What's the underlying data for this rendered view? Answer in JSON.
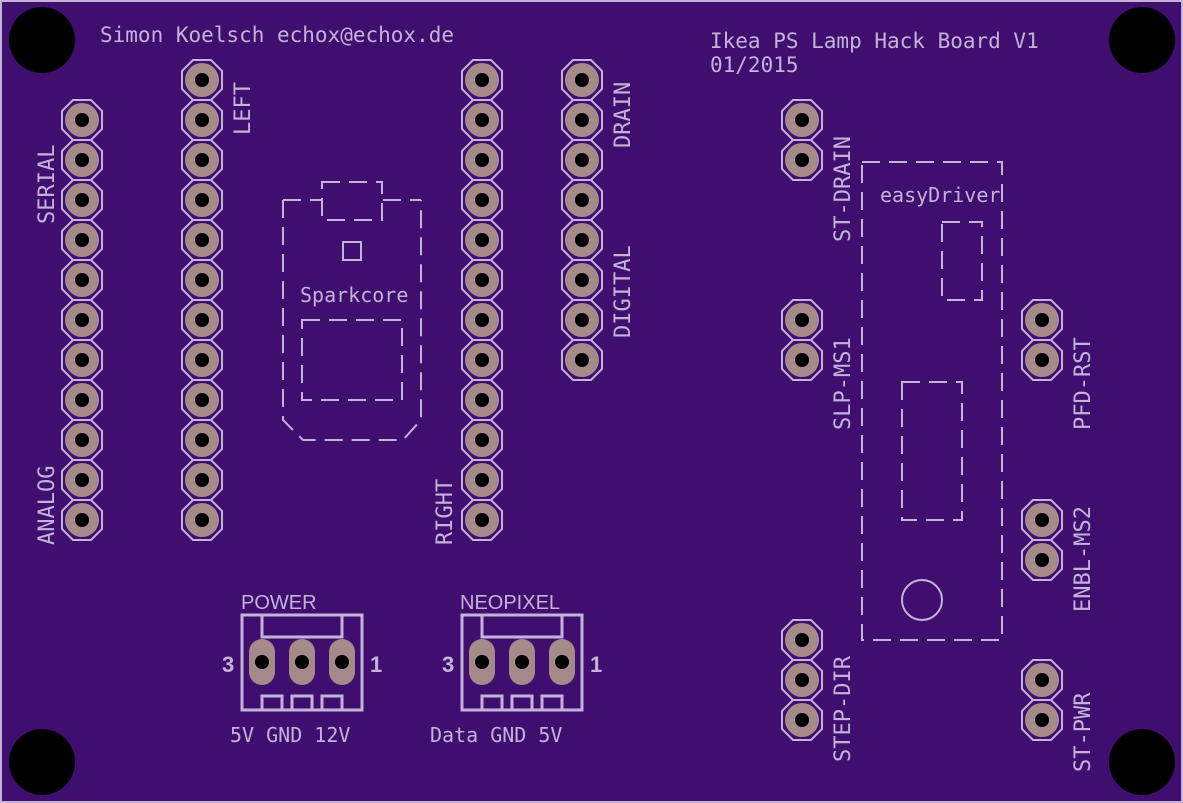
{
  "colors": {
    "board": "#3f0f6f",
    "outline": "#c4b2d8",
    "pad": "#a58a8a",
    "hole": "#000000",
    "mount_hole": "#000000"
  },
  "board": {
    "author": "Simon Koelsch echox@echox.de",
    "title": "Ikea PS Lamp Hack Board V1",
    "date": "01/2015"
  },
  "labels": {
    "serial": "SERIAL",
    "analog": "ANALOG",
    "left": "LEFT",
    "right": "RIGHT",
    "drain": "DRAIN",
    "digital": "DIGITAL",
    "sparkcore": "Sparkcore",
    "easydriver": "easyDriver",
    "st_drain": "ST-DRAIN",
    "slp_ms1": "SLP-MS1",
    "pfd_rst": "PFD-RST",
    "enbl_ms2": "ENBL-MS2",
    "step_dir": "STEP-DIR",
    "st_pwr": "ST-PWR"
  },
  "connectors": [
    {
      "name": "POWER",
      "pin3": "3",
      "pin1": "1",
      "pins": "5V GND 12V"
    },
    {
      "name": "NEOPIXEL",
      "pin3": "3",
      "pin1": "1",
      "pins": "Data GND 5V"
    }
  ],
  "headers": {
    "serial_analog_pins": 11,
    "left_pins": 12,
    "right_pins": 12,
    "digital_drain_pins": 8,
    "st_drain_pins": 2,
    "slp_ms1_pins": 2,
    "pfd_rst_pins": 2,
    "enbl_ms2_pins": 2,
    "step_dir_pins": 3,
    "st_pwr_pins": 2
  },
  "icons": [
    "mount-hole",
    "pad",
    "dashed-outline"
  ]
}
